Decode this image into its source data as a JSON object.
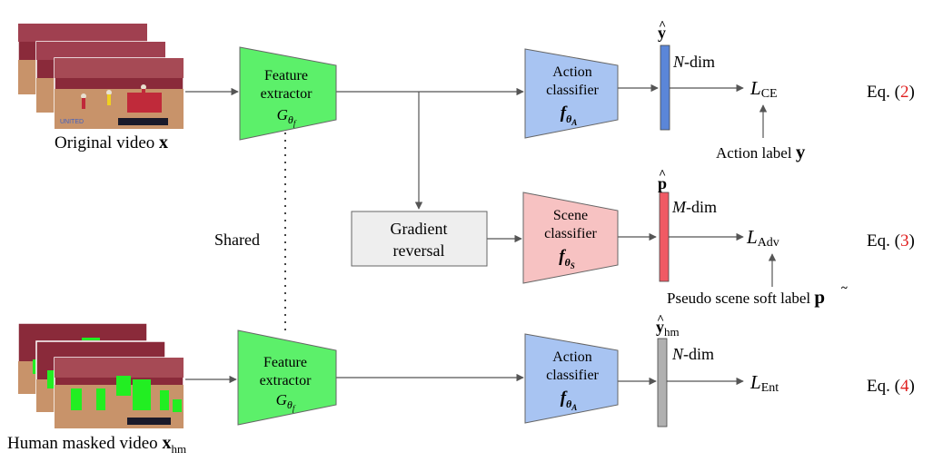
{
  "nodes": {
    "feature_extractor_top": {
      "line1": "Feature",
      "line2": "extractor",
      "symbol": "G",
      "sub": "θ",
      "subsub": "f"
    },
    "feature_extractor_bottom": {
      "line1": "Feature",
      "line2": "extractor",
      "symbol": "G",
      "sub": "θ",
      "subsub": "f"
    },
    "action_classifier_top": {
      "line1": "Action",
      "line2": "classifier",
      "symbol": "f",
      "sub": "θ",
      "subsub": "A"
    },
    "action_classifier_bottom": {
      "line1": "Action",
      "line2": "classifier",
      "symbol": "f",
      "sub": "θ",
      "subsub": "A"
    },
    "scene_classifier": {
      "line1": "Scene",
      "line2": "classifier",
      "symbol": "f",
      "sub": "θ",
      "subsub": "S"
    },
    "gradient_reversal": {
      "line1": "Gradient",
      "line2": "reversal"
    }
  },
  "labels": {
    "original_video": "Original video",
    "original_video_symbol": "x",
    "masked_video": "Human masked video",
    "masked_video_symbol": "x",
    "masked_video_sub": "hm",
    "shared": "Shared",
    "action_label": "Action label",
    "action_label_symbol": "y",
    "pseudo_label": "Pseudo scene soft label",
    "pseudo_label_symbol": "p"
  },
  "outputs": {
    "top": {
      "hat": "y",
      "dim_var": "N",
      "dim_text": "-dim",
      "loss": "L",
      "loss_sub": "CE",
      "eq_prefix": "Eq. (",
      "eq_num": "2",
      "eq_suffix": ")"
    },
    "middle": {
      "hat": "p",
      "dim_var": "M",
      "dim_text": "-dim",
      "loss": "L",
      "loss_sub": "Adv",
      "eq_prefix": "Eq. (",
      "eq_num": "3",
      "eq_suffix": ")"
    },
    "bottom": {
      "hat": "y",
      "hat_sub": "hm",
      "dim_var": "N",
      "dim_text": "-dim",
      "loss": "L",
      "loss_sub": "Ent",
      "eq_prefix": "Eq. (",
      "eq_num": "4",
      "eq_suffix": ")"
    }
  },
  "colors": {
    "feature_extractor": "#5cf06a",
    "action_classifier": "#a8c4f2",
    "scene_classifier": "#f7c2c2",
    "gradient_reversal": "#eeeeee",
    "bar_top": "#5b86d8",
    "bar_middle": "#f05a64",
    "bar_bottom": "#b0b0b0",
    "eq_ref": "#e02020",
    "video_court": "#c8936a",
    "video_crowd": "#8a2a3a",
    "mask": "#22ee22"
  }
}
